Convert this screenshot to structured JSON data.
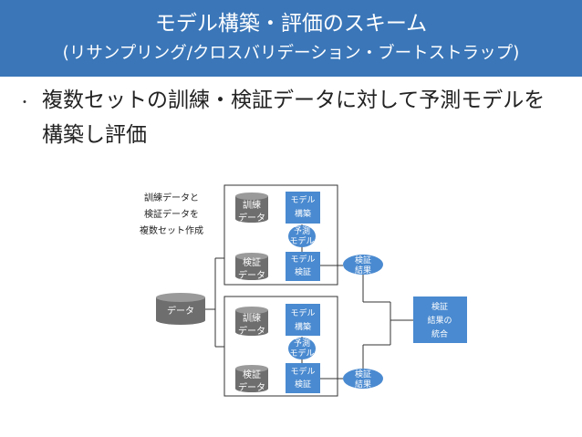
{
  "header": {
    "title": "モデル構築・評価のスキーム",
    "subtitle": "(リサンプリング/クロスバリデーション・ブートストラップ)"
  },
  "bullet": {
    "marker": "・",
    "text": "複数セットの訓練・検証データに対して予測モデルを構築し評価"
  },
  "diagram": {
    "note": [
      "訓練データと",
      "検証データを",
      "複数セット作成"
    ],
    "data_store": "データ",
    "set1": {
      "train_data": [
        "訓練",
        "データ"
      ],
      "build_model": [
        "モデル",
        "構築"
      ],
      "predict_model": [
        "予測",
        "モデル"
      ],
      "valid_data": [
        "検証",
        "データ"
      ],
      "validate_model": [
        "モデル",
        "検証"
      ],
      "result": [
        "検証",
        "結果"
      ]
    },
    "set2": {
      "train_data": [
        "訓練",
        "データ"
      ],
      "build_model": [
        "モデル",
        "構築"
      ],
      "predict_model": [
        "予測",
        "モデル"
      ],
      "valid_data": [
        "検証",
        "データ"
      ],
      "validate_model": [
        "モデル",
        "検証"
      ],
      "result": [
        "検証",
        "結果"
      ]
    },
    "integration": [
      "検証",
      "結果の",
      "統合"
    ],
    "colors": {
      "header_bg": "#3a76b8",
      "node_fill": "#4a8ad0",
      "cylinder_fill": "#6e6e6e",
      "cylinder_top": "#9a9a9a",
      "line": "#333333"
    }
  }
}
